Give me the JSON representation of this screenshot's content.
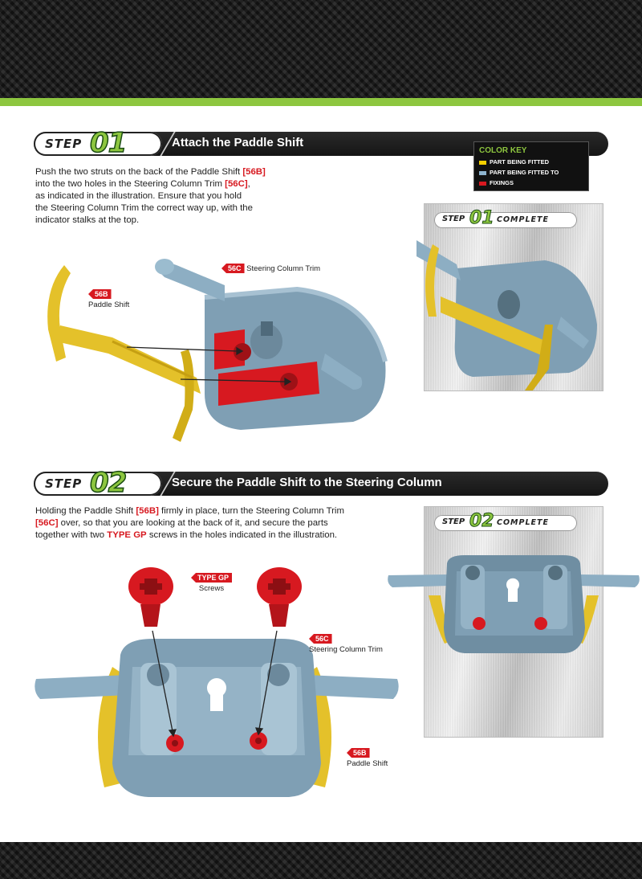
{
  "step1": {
    "step_word": "STEP",
    "step_number": "01",
    "title": "Attach the Paddle Shift",
    "text": {
      "l1a": "Push the two struts on the back of the Paddle Shift ",
      "l1ref": "[56B]",
      "l2a": "into the two holes in the Steering Column Trim ",
      "l2ref": "[56C]",
      "l2b": ",",
      "l3": "as indicated in the illustration. Ensure that you hold",
      "l4": "the Steering Column Trim the correct way up, with the",
      "l5": "indicator stalks at the top."
    },
    "callouts": {
      "trim_code": "56C",
      "trim_label": "Steering Column Trim",
      "paddle_code": "56B",
      "paddle_label": "Paddle Shift"
    },
    "complete": {
      "step": "STEP",
      "number": "01",
      "word": "COMPLETE"
    }
  },
  "color_key": {
    "title": "COLOR KEY",
    "items": [
      {
        "label": "PART BEING FITTED",
        "color": "#f5d000"
      },
      {
        "label": "PART BEING FITTED TO",
        "color": "#8eb4cf"
      },
      {
        "label": "FIXINGS",
        "color": "#d71920"
      }
    ]
  },
  "step2": {
    "step_word": "STEP",
    "step_number": "02",
    "title": "Secure the Paddle Shift to the Steering Column",
    "text": {
      "l1a": "Holding the Paddle Shift ",
      "l1ref": "[56B]",
      "l1b": " firmly in place, turn the Steering Column Trim",
      "l2ref": "[56C]",
      "l2b": " over, so that you are looking at the back of it, and secure the parts",
      "l3a": "together with two ",
      "l3ref": "TYPE GP",
      "l3b": " screws in the holes indicated in the illustration."
    },
    "callouts": {
      "screw_code": "TYPE GP",
      "screw_label": "Screws",
      "trim_code": "56C",
      "trim_label": "Steering Column Trim",
      "paddle_code": "56B",
      "paddle_label": "Paddle Shift"
    },
    "complete": {
      "step": "STEP",
      "number": "02",
      "word": "COMPLETE"
    }
  },
  "colors": {
    "accent_green": "#8dc63f",
    "ref_red": "#d71920",
    "part_blue": "#7f9fb4",
    "part_yellow": "#e4c12a"
  }
}
